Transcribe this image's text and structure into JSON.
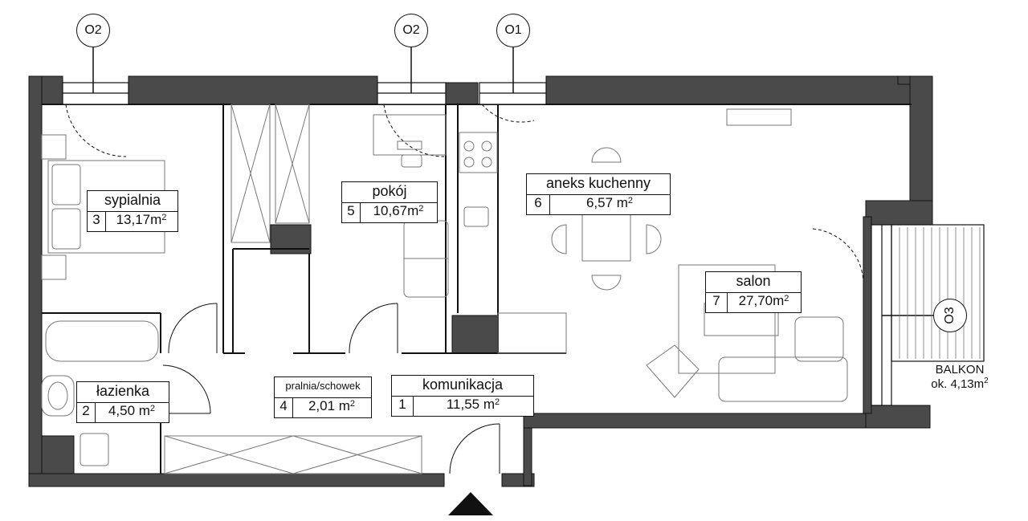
{
  "window_markers": {
    "w1": "O2",
    "w2": "O2",
    "w3": "O1",
    "w4": "O3"
  },
  "rooms": {
    "sypialnia": {
      "name": "sypialnia",
      "number": "3",
      "area": "13,17m",
      "sup": "2"
    },
    "pokoj": {
      "name": "pokój",
      "number": "5",
      "area": "10,67m",
      "sup": "2"
    },
    "aneks": {
      "name": "aneks kuchenny",
      "number": "6",
      "area": "6,57 m",
      "sup": "2"
    },
    "salon": {
      "name": "salon",
      "number": "7",
      "area": "27,70m",
      "sup": "2"
    },
    "lazienka": {
      "name": "łazienka",
      "number": "2",
      "area": "4,50 m",
      "sup": "2"
    },
    "pralnia": {
      "name": "pralnia/schowek",
      "number": "4",
      "area": "2,01 m",
      "sup": "2"
    },
    "komunikacja": {
      "name": "komunikacja",
      "number": "1",
      "area": "11,55 m",
      "sup": "2"
    }
  },
  "balkon": {
    "name": "BALKON",
    "area": "ok. 4,13m",
    "sup": "2"
  },
  "colors": {
    "wall": "#4a4a4a",
    "wall_edge": "#111111",
    "furniture": "#777777"
  },
  "icons": {
    "entrance": "entrance-arrow-icon"
  }
}
